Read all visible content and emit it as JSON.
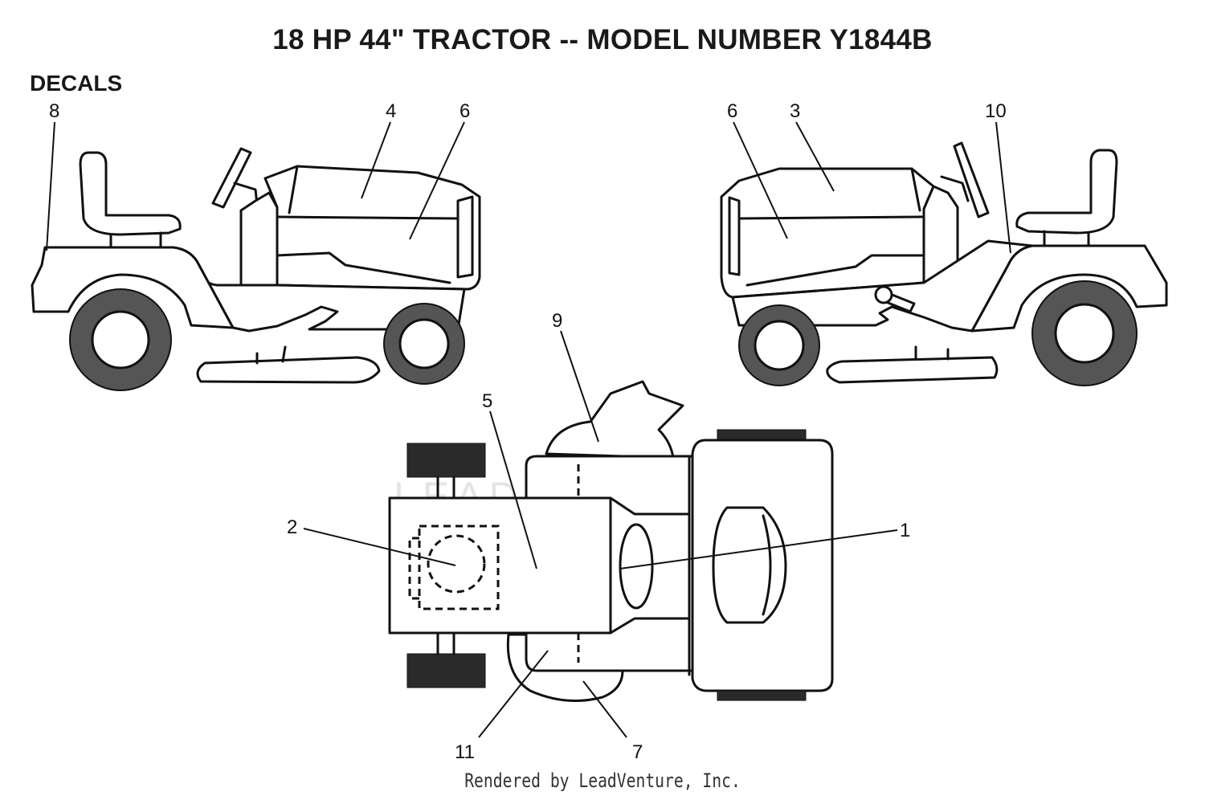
{
  "page": {
    "title": "18 HP 44\" TRACTOR -- MODEL NUMBER Y1844B",
    "section": "DECALS",
    "footer": "Rendered by LeadVenture, Inc.",
    "watermark": "LEADVENTURE"
  },
  "callouts": {
    "c1": "1",
    "c2": "2",
    "c3": "3",
    "c4": "4",
    "c5": "5",
    "c6a": "6",
    "c6b": "6",
    "c7": "7",
    "c8": "8",
    "c9": "9",
    "c10": "10",
    "c11": "11"
  },
  "colors": {
    "line": "#111111",
    "tire": "#555555",
    "tread": "#2a2a2a",
    "watermark": "#e4e4e4"
  }
}
